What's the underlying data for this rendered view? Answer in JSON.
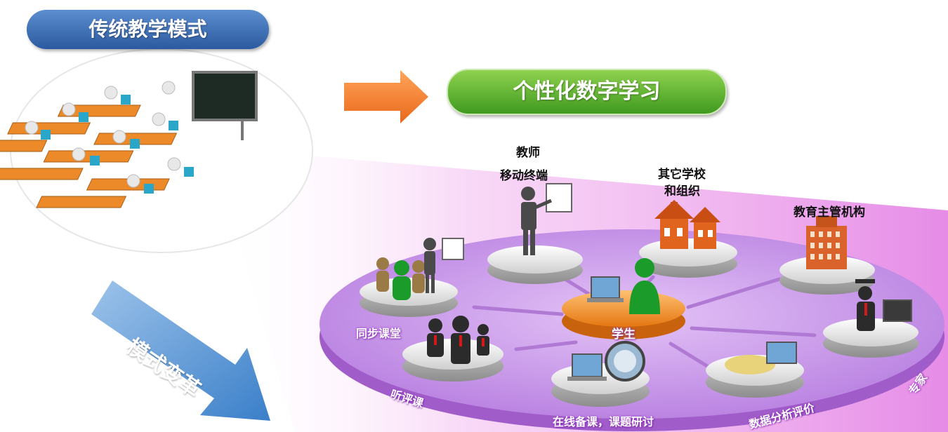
{
  "traditional": {
    "title": "传统教学模式"
  },
  "digital": {
    "title": "个性化数字学习"
  },
  "transition": {
    "label": "模式变革"
  },
  "nodes": {
    "teacher_line1": "教师",
    "teacher_line2": "移动终端",
    "other_schools_line1": "其它学校",
    "other_schools_line2": "和组织",
    "authority": "教育主管机构",
    "sync_class": "同步课堂",
    "student": "学生",
    "evaluation": "听评课",
    "online_prep": "在线备课，课题研讨",
    "data_analysis": "数据分析评价",
    "expert": "专家"
  },
  "colors": {
    "blue_pill": "#3d6fb5",
    "green_pill": "#4aa02c",
    "orange_arrow": "#f07a21",
    "purple_disc": "#c99be6",
    "student_disc": "#f08a2a"
  }
}
